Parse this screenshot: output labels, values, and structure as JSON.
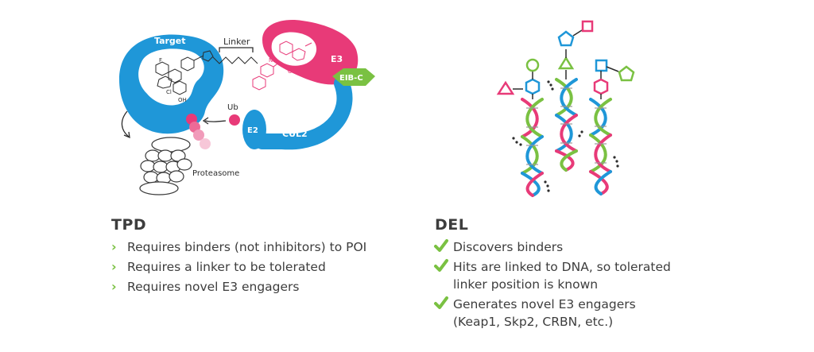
{
  "diagram_labels": {
    "target": "Target",
    "linker": "Linker",
    "e3": "E3",
    "elob_c": "EIB-C",
    "ub": "Ub",
    "e2": "E2",
    "cul2": "CUL2",
    "proteasome": "Proteasome",
    "f": "F",
    "cl": "Cl",
    "oh": "OH",
    "oh2": "OH",
    "nh": "NH"
  },
  "tpd": {
    "title": "TPD",
    "items": [
      "Requires binders (not inhibitors) to POI",
      "Requires a linker to be tolerated",
      "Requires novel E3 engagers"
    ]
  },
  "del": {
    "title": "DEL",
    "items": [
      "Discovers binders",
      "Hits are linked to DNA, so tolerated",
      "linker position is known",
      "Generates novel E3 engagers",
      "(Keap1, Skp2, CRBN, etc.)"
    ]
  },
  "colors": {
    "blue": "#1f97d8",
    "pink": "#e83a78",
    "green": "#7ac142",
    "dark_text": "#3d3d3d"
  }
}
